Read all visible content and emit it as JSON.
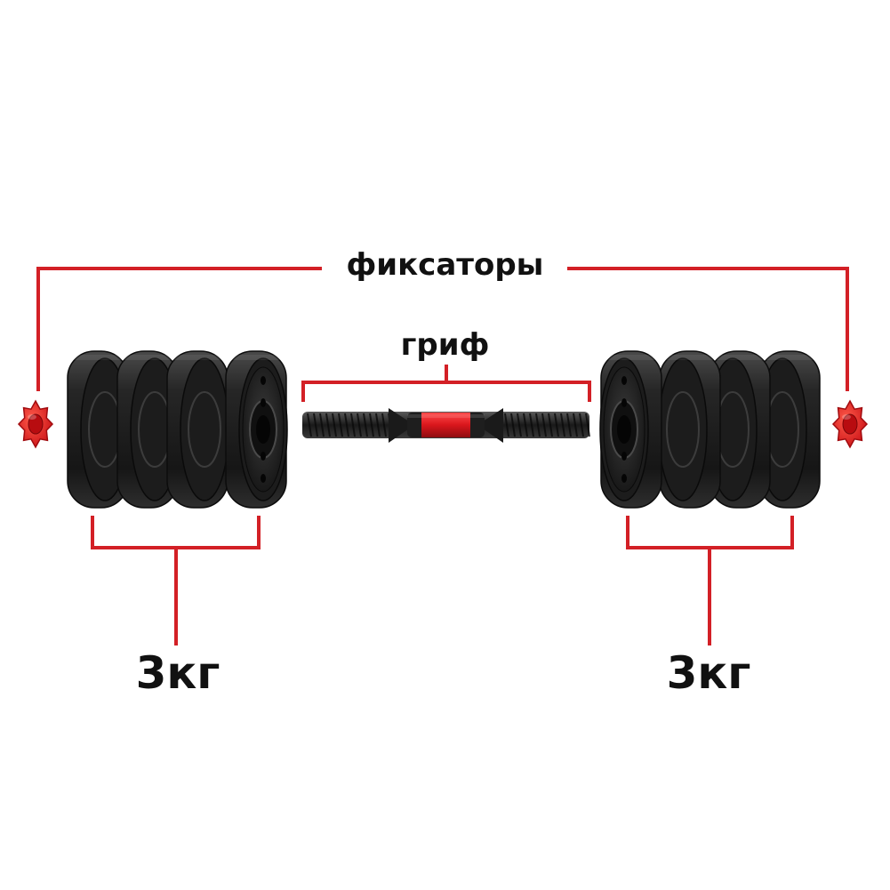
{
  "labels": {
    "collars": "фиксаторы",
    "handle": "гриф",
    "left_weight": "3кг",
    "right_weight": "3кг"
  },
  "colors": {
    "annotation_line": "#d32026",
    "plate": "#1c1c1c",
    "plate_highlight": "#3a3a3a",
    "collar": "#e8181c",
    "grip_accent": "#d9161c",
    "text": "#111111"
  },
  "icons": {
    "collar": "spin-lock-collar-icon",
    "plate": "weight-plate-icon",
    "bar": "threaded-bar-icon"
  }
}
